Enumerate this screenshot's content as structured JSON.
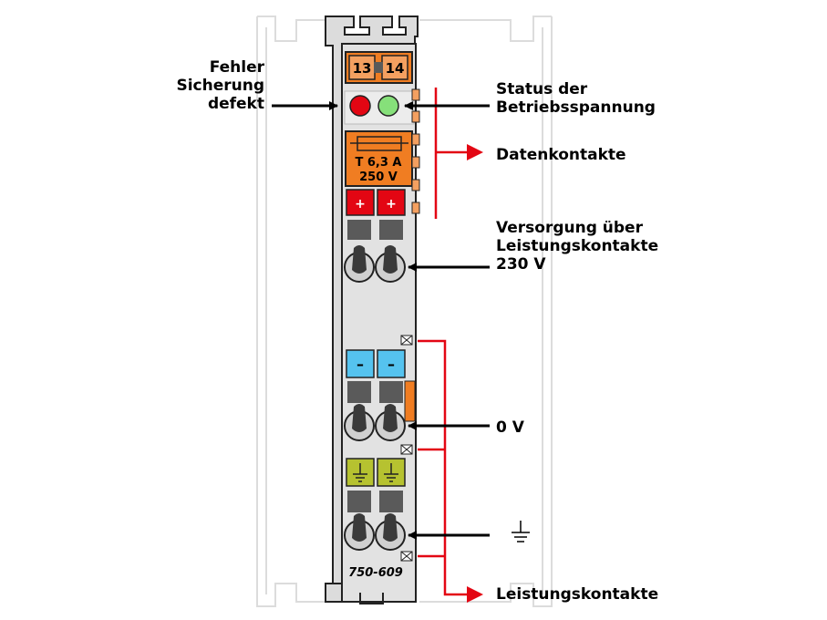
{
  "module": {
    "terminal_numbers": [
      "13",
      "14"
    ],
    "fuse_lines": [
      "T 6,3 A",
      "250 V"
    ],
    "plus_symbol": "+",
    "minus_symbol": "–",
    "model": "750-609"
  },
  "labels": {
    "fehler": "Fehler\nSicherung\ndefekt",
    "status": "Status der\nBetriebsspannung",
    "datenkontakte": "Datenkontakte",
    "versorgung": "Versorgung über\nLeistungskontakte\n230 V",
    "null_v": "0 V",
    "leistungskontakte": "Leistungskontakte"
  },
  "colors": {
    "orange": "#f07d22",
    "red": "#e30613",
    "led_red": "#e30613",
    "led_green": "#86e07a",
    "blue": "#55c3ef",
    "yellow_green": "#b6c230",
    "body_gray": "#dcdcdc",
    "dark_gray": "#5a5a5a"
  }
}
